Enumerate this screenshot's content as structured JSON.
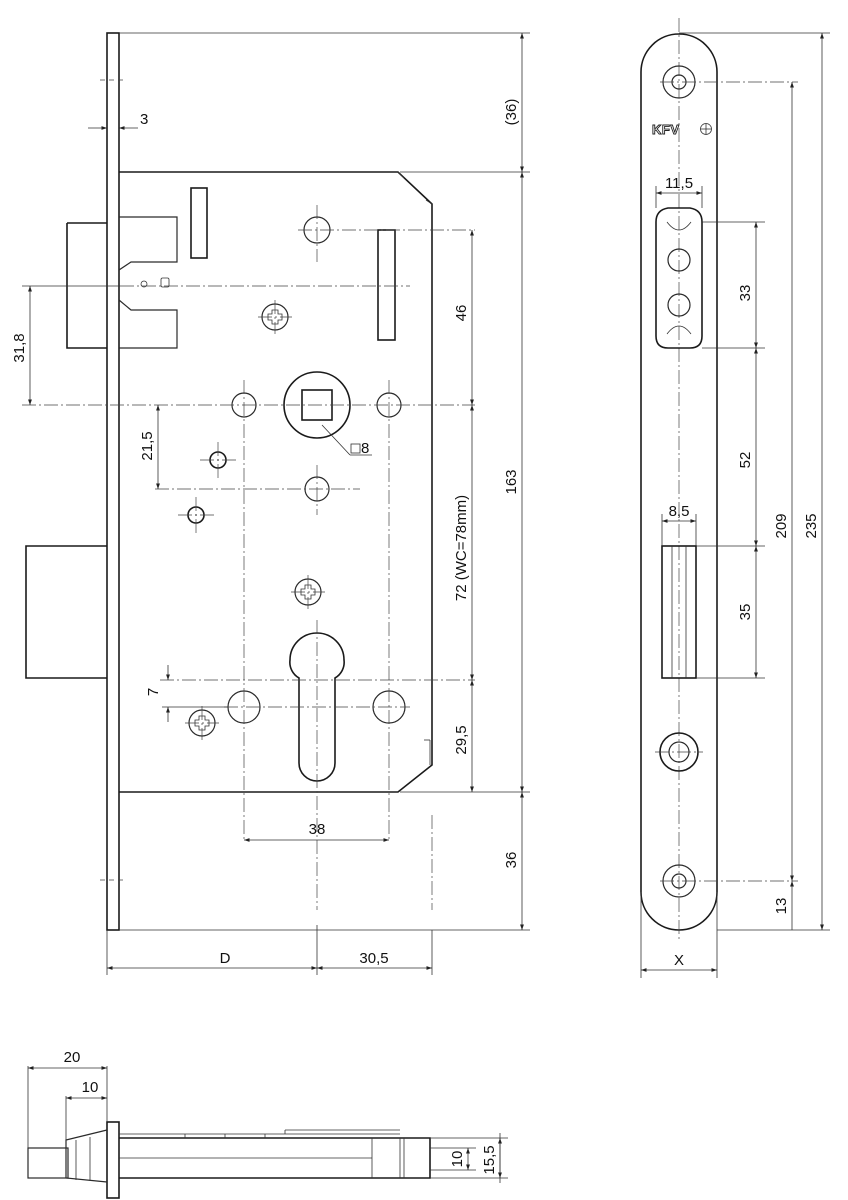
{
  "brand": {
    "logo_text": "KFV"
  },
  "main_view": {
    "dims": {
      "faceplate_thickness": "3",
      "top_offset": "(36)",
      "handle_to_key": "31,8",
      "follower_to_screw": "46",
      "mount_offset": "21,5",
      "square_size": "8",
      "lock_height": "163",
      "backset_distance": "72 (WC=78mm)",
      "cylinder_offset": "7",
      "cylinder_to_bottom": "29,5",
      "cylinder_width": "38",
      "bottom_offset": "36",
      "backset": "D",
      "case_depth": "30,5"
    }
  },
  "side_view": {
    "dims": {
      "latch_width": "11,5",
      "latch_height": "33",
      "latch_to_bolt": "52",
      "bolt_width": "8,5",
      "bolt_height": "35",
      "screw_spacing": "209",
      "total_height": "235",
      "bottom_screw": "13",
      "plate_width": "X"
    }
  },
  "bottom_view": {
    "dims": {
      "bolt_projection": "20",
      "latch_projection": "10",
      "bolt_thickness": "10",
      "plate_thickness": "15,5"
    }
  }
}
